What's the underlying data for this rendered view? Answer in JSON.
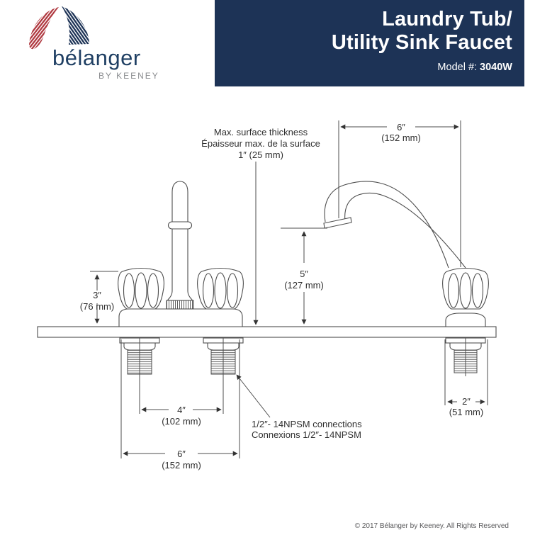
{
  "brand": {
    "wordmark": "bélanger",
    "tagline": "BY KEENEY",
    "logo_red": "#b03a41",
    "logo_navy": "#1d3356"
  },
  "header": {
    "bg_color": "#1d3356",
    "title_line1": "Laundry Tub/",
    "title_line2": "Utility Sink Faucet",
    "model_label": "Model #:",
    "model_number": "3040W"
  },
  "diagram": {
    "annotations": {
      "max_surface_line1": "Max. surface thickness",
      "max_surface_line2": "Épaisseur max. de la surface",
      "max_surface_line3": "1″ (25 mm)",
      "connections_line1": "1/2″- 14NPSM connections",
      "connections_line2": "Connexions 1/2″- 14NPSM"
    },
    "dimensions": {
      "spout_reach_in": "6″",
      "spout_reach_mm": "(152 mm)",
      "spout_height_in": "5″",
      "spout_height_mm": "(127 mm)",
      "handle_height_in": "3″",
      "handle_height_mm": "(76 mm)",
      "faucet_centers_in": "4″",
      "faucet_centers_mm": "(102 mm)",
      "overall_width_in": "6″",
      "overall_width_mm": "(152 mm)",
      "shank_width_in": "2″",
      "shank_width_mm": "(51 mm)"
    }
  },
  "footer": {
    "copyright": "© 2017 Bélanger by Keeney. All Rights Reserved"
  }
}
